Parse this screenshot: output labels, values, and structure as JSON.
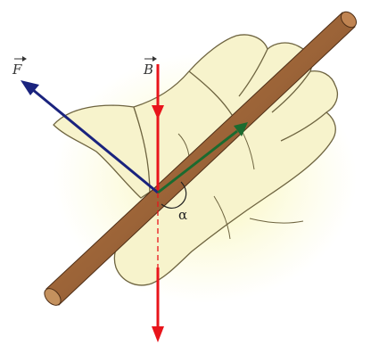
{
  "labels": {
    "force": "F",
    "field": "B",
    "angle": "α"
  },
  "colors": {
    "force_vector": "#1a237e",
    "field_vector": "#e8141b",
    "current_vector": "#1b6b2f",
    "rod": "#a0673a",
    "hand_fill": "#f7f3cc",
    "hand_outline": "#6e6440",
    "palm_glow": "#fbf9c0"
  },
  "icons": {
    "force_arrow": "arrow-icon",
    "field_arrow": "arrow-icon",
    "current_arrow": "arrow-icon"
  }
}
